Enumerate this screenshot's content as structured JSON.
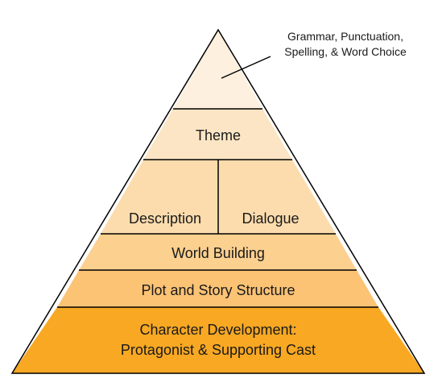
{
  "pyramid": {
    "tiers": [
      {
        "id": "grammar",
        "label": "",
        "fill": "#fdf0de"
      },
      {
        "id": "theme",
        "label": "Theme",
        "fill": "#fce5c4"
      },
      {
        "id": "description-dialogue",
        "label": "",
        "fill": "#fcdcad"
      },
      {
        "id": "world-building",
        "label": "World Building",
        "fill": "#fcd08f"
      },
      {
        "id": "plot",
        "label": "Plot and Story Structure",
        "fill": "#fcc375"
      },
      {
        "id": "character",
        "label": "",
        "fill": "#f8a823"
      }
    ],
    "description_label": "Description",
    "dialogue_label": "Dialogue",
    "character_line1": "Character Development:",
    "character_line2": "Protagonist & Supporting Cast",
    "callout": {
      "line1": "Grammar, Punctuation,",
      "line2": "Spelling, & Word Choice"
    }
  }
}
